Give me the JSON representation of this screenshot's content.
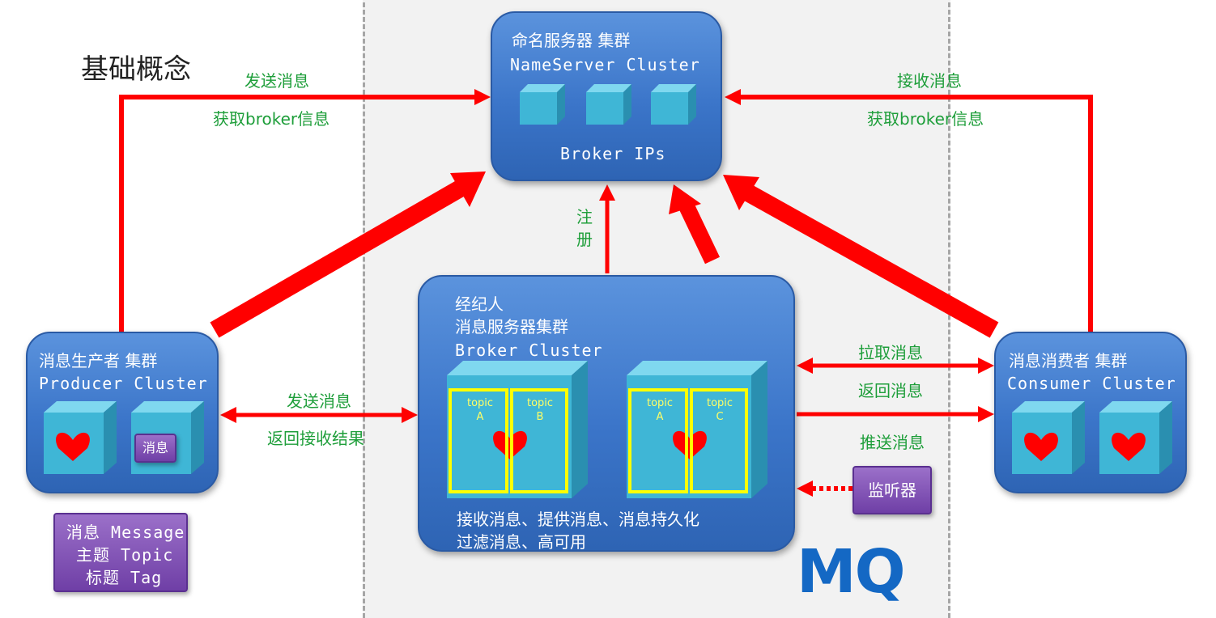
{
  "title": "基础概念",
  "mq_label": "MQ",
  "nameserver": {
    "line1": "命名服务器 集群",
    "line2": "NameServer  Cluster",
    "ips": "Broker IPs"
  },
  "broker": {
    "line1": "经纪人",
    "line2": "消息服务器集群",
    "line3": "Broker   Cluster",
    "footer1": "接收消息、提供消息、消息持久化",
    "footer2": "过滤消息、高可用",
    "topics_left": [
      {
        "name": "topic",
        "id": "A"
      },
      {
        "name": "topic",
        "id": "B"
      }
    ],
    "topics_right": [
      {
        "name": "topic",
        "id": "A"
      },
      {
        "name": "topic",
        "id": "C"
      }
    ]
  },
  "producer": {
    "line1": "消息生产者 集群",
    "line2": "Producer  Cluster",
    "msg_box": "消息"
  },
  "consumer": {
    "line1": "消息消费者 集群",
    "line2": "Consumer  Cluster"
  },
  "legend": {
    "l1": "消息 Message",
    "l2": "主题 Topic",
    "l3": "标题 Tag"
  },
  "listener": "监听器",
  "labels": {
    "send_top": "发送消息",
    "get_broker_left": "获取broker信息",
    "receive_top": "接收消息",
    "get_broker_right": "获取broker信息",
    "register1": "注",
    "register2": "册",
    "send_mid": "发送消息",
    "return_result": "返回接收结果",
    "pull": "拉取消息",
    "return_msg": "返回消息",
    "push": "推送消息"
  },
  "colors": {
    "arrow": "#ff0000",
    "label": "#1e9e3a",
    "panel": "#3b75c9",
    "cube": "#3fb6d6",
    "topic_border": "#ffff00",
    "heart": "#ff0000",
    "mq": "#1468c4"
  }
}
